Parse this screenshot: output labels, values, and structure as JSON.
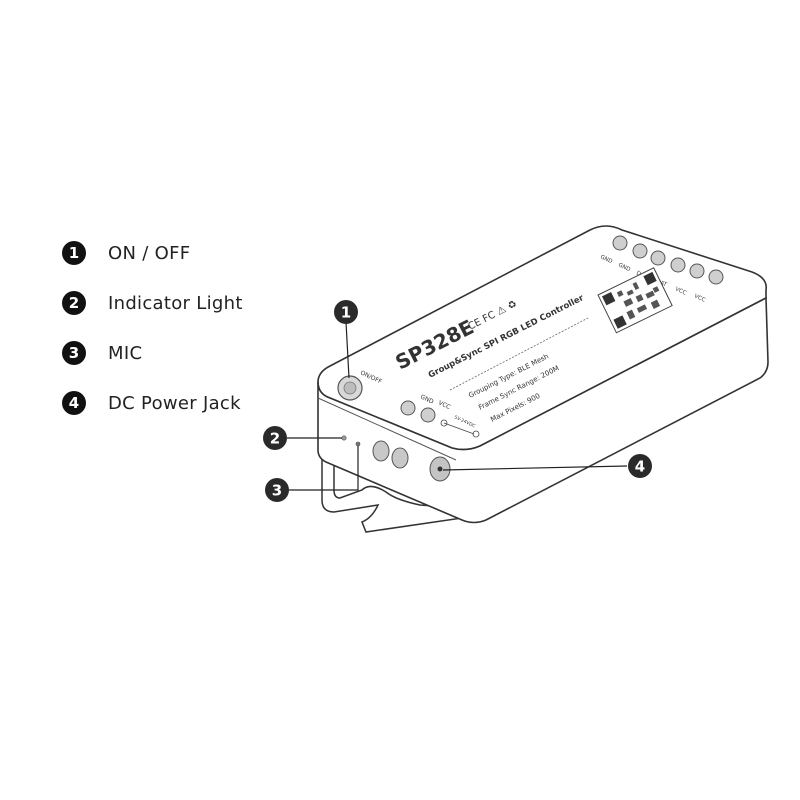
{
  "legend": [
    {
      "num": "1",
      "label": "ON / OFF"
    },
    {
      "num": "2",
      "label": "Indicator Light"
    },
    {
      "num": "3",
      "label": "MIC"
    },
    {
      "num": "4",
      "label": "DC Power Jack"
    }
  ],
  "callouts": {
    "c1": "1",
    "c2": "2",
    "c3": "3",
    "c4": "4"
  },
  "device": {
    "model": "SP328E",
    "certs": "CE FC ⚠ ♻",
    "subtitle": "Group&Sync SPI RGB LED Controller",
    "spec1": "Grouping Type: BLE Mesh",
    "spec2": "Frame Sync Range: 200M",
    "spec3": "Max Pixels: 900",
    "on_off_label": "ON/OFF",
    "gnd_left": "GND",
    "vcc_left": "VCC",
    "gnd_r1": "GND",
    "gnd_r2": "GND",
    "dat_r1": "DAT",
    "dat_r2": "DAT",
    "vcc_r1": "VCC",
    "vcc_r2": "VCC",
    "power_spec": "5V-24VDC"
  }
}
